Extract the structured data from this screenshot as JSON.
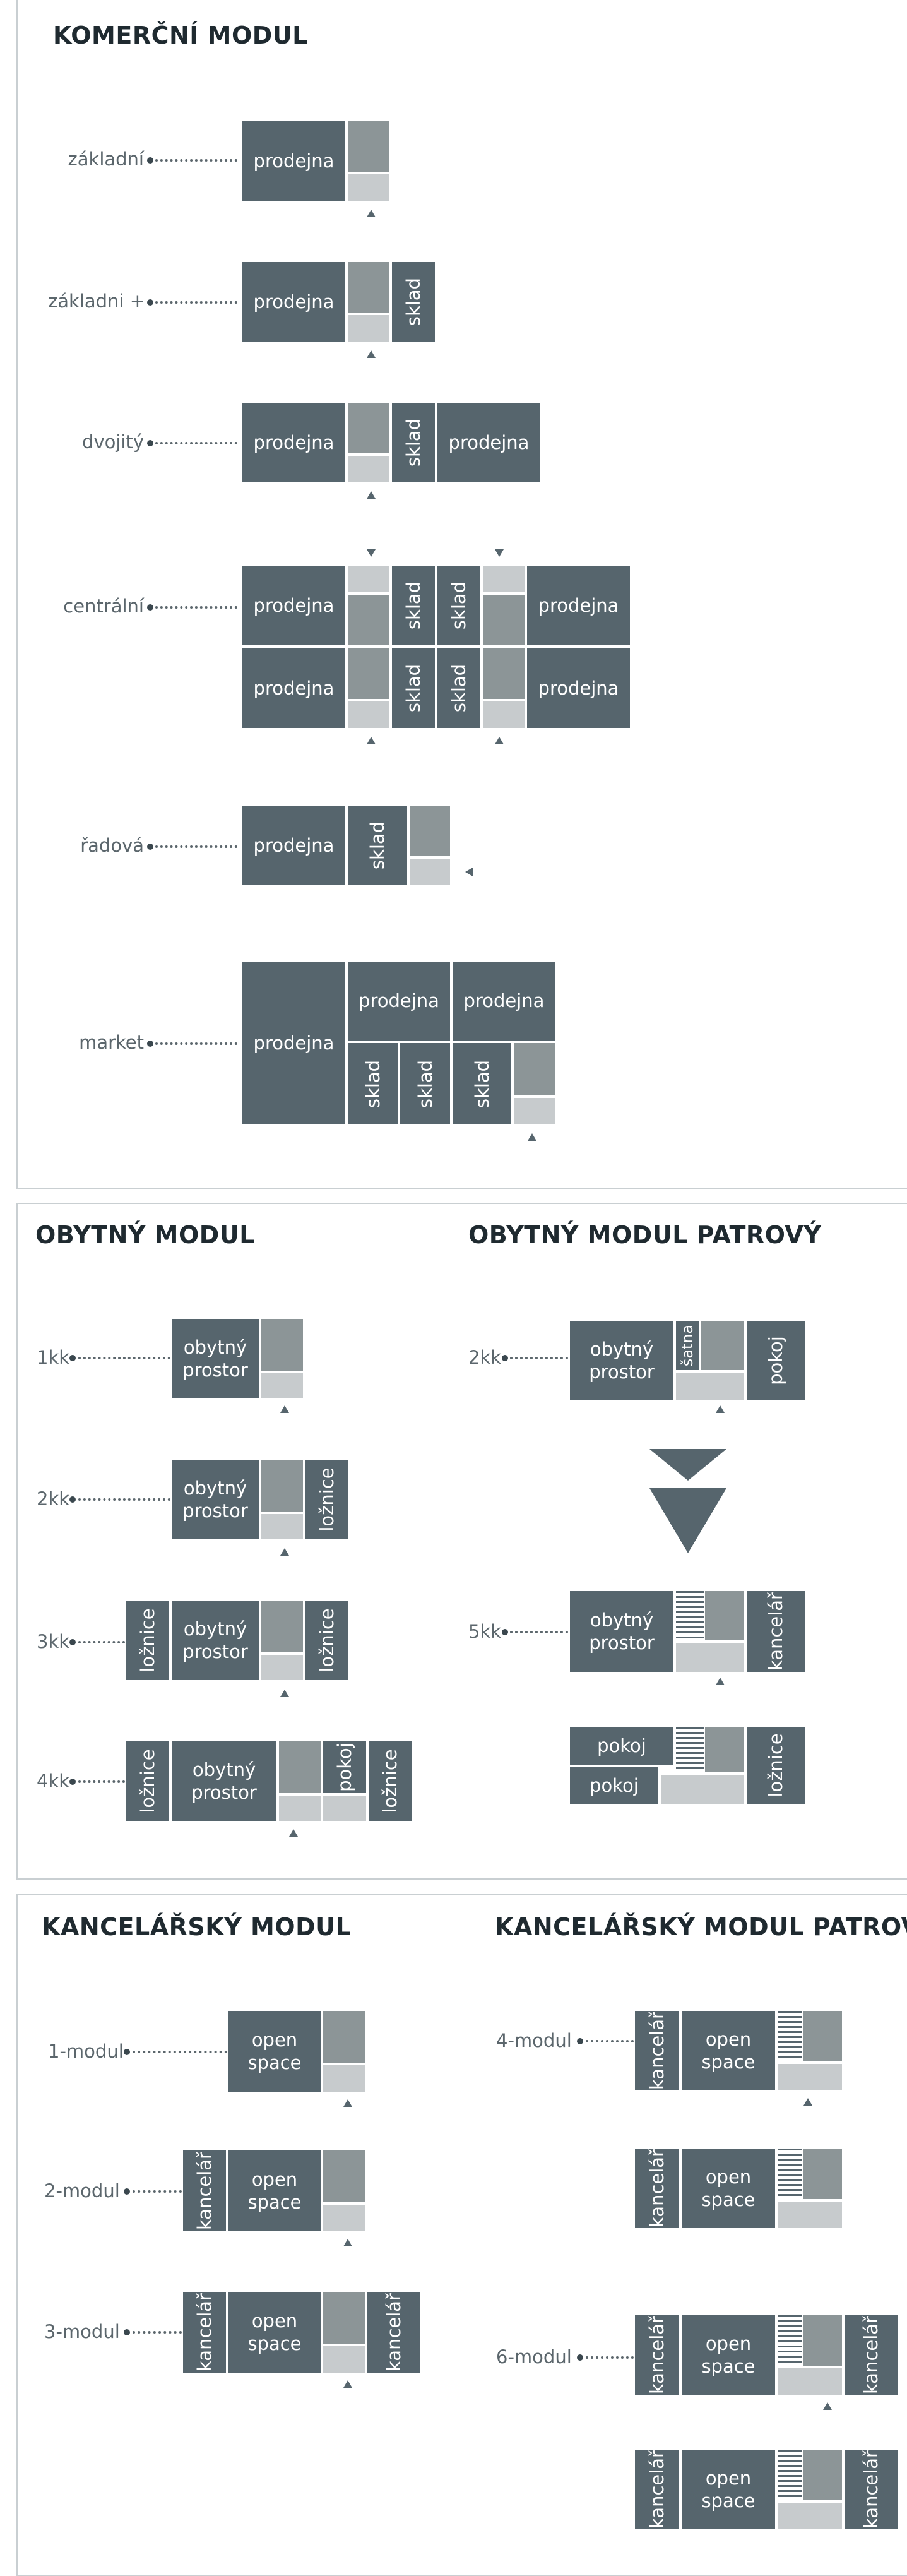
{
  "komercni": {
    "title": "KOMERČNÍ MODUL",
    "zakladni": "základní",
    "zakladni_plus": "základni +",
    "dvojity": "dvojitý",
    "centralni": "centrální",
    "radova": "řadová",
    "market": "market"
  },
  "obytny": {
    "title": "OBYTNÝ MODUL",
    "title_patrovy": "OBYTNÝ MODUL PATROVÝ",
    "k1": "1kk",
    "k2": "2kk",
    "k3": "3kk",
    "k4": "4kk",
    "p2": "2kk",
    "p5": "5kk"
  },
  "kancelarsky": {
    "title": "KANCELÁŘSKÝ MODUL",
    "title_patrovy": "KANCELÁŘSKÝ MODUL PATROVÝ",
    "m1": "1-modul",
    "m2": "2-modul",
    "m3": "3-modul",
    "m4": "4-modul",
    "m6": "6-modul"
  },
  "rooms": {
    "prodejna": "prodejna",
    "sklad": "sklad",
    "obytny_prostor": "obytný prostor",
    "loznice": "ložnice",
    "pokoj": "pokoj",
    "satna": "šatna",
    "kancelar": "kancelář",
    "open_space": "open space"
  },
  "colors": {
    "dark": "#56656d",
    "mid": "#8c9597",
    "light": "#c7cbcd",
    "border": "#c9cfd2"
  }
}
